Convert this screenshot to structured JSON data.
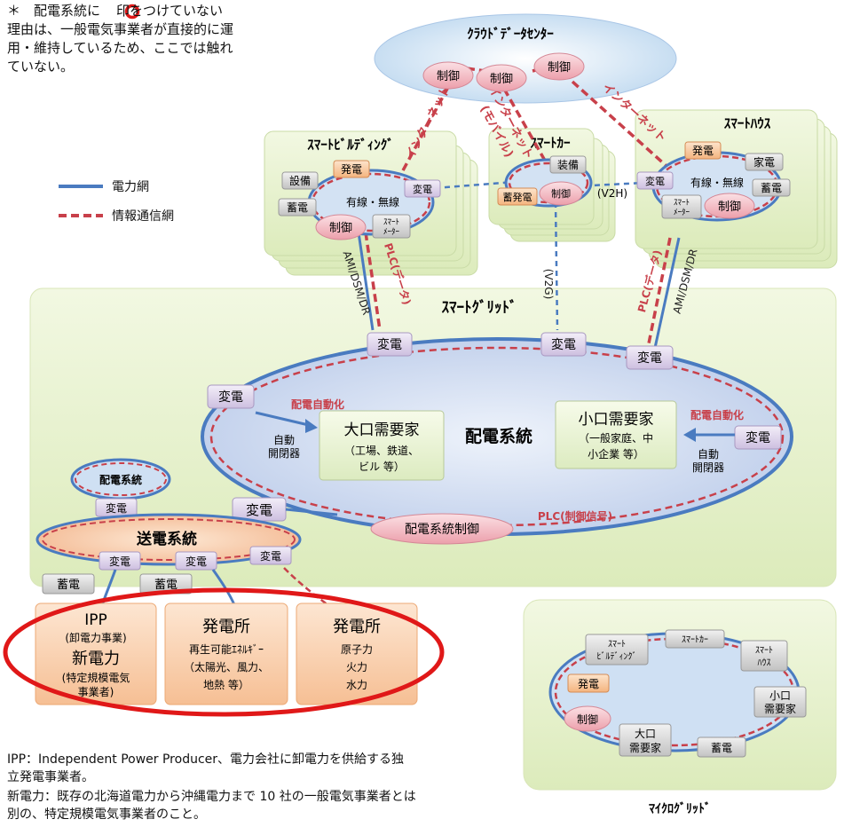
{
  "note_top": {
    "line1": "＊　配電系統に",
    "line1_after": "印をつけていない",
    "line2": "理由は、一般電気事業者が直接的に運",
    "line3": "用・維持しているため、ここでは触れ",
    "line4": "ていない。"
  },
  "legend": {
    "power": "電力網",
    "info": "情報通信網"
  },
  "cloud": {
    "title": "ｸﾗｳﾄﾞﾃﾞｰﾀｾﾝﾀｰ",
    "nodes": [
      "制御",
      "制御",
      "制御"
    ]
  },
  "building": {
    "title": "ｽﾏｰﾄﾋﾞﾙﾃﾞｨﾝｸﾞ",
    "equip": "設備",
    "gen": "発電",
    "storage": "蓄電",
    "network": "有線・無線",
    "transform": "変電",
    "control": "制御",
    "meter_line1": "ｽﾏｰﾄ",
    "meter_line2": "ﾒｰﾀｰ"
  },
  "car": {
    "title": "ｽﾏｰﾄｶｰ",
    "equip": "装備",
    "storage": "蓄発電",
    "control": "制御",
    "v2h": "(V2H)"
  },
  "house": {
    "title": "ｽﾏｰﾄﾊｳｽ",
    "gen": "発電",
    "appliance": "家電",
    "transform": "変電",
    "network": "有線・無線",
    "storage": "蓄電",
    "control": "制御",
    "meter_line1": "ｽﾏｰﾄ",
    "meter_line2": "ﾒｰﾀｰ"
  },
  "links": {
    "internet": "インターネット",
    "mobile_line1": "インターネット",
    "mobile_line2": "(モバイル)",
    "internet_right": "インターネット",
    "ami_left": "AMI/DSM/DR",
    "plc_left": "PLC(データ)",
    "v2g": "(V2G)",
    "plc_right": "PLC(データ)",
    "ami_right": "AMI/DSM/DR"
  },
  "grid": {
    "title": "ｽﾏｰﾄｸﾞﾘｯﾄﾞ",
    "transform": "変電",
    "distribution_title": "配電系統",
    "auto_left": "配電自動化",
    "auto_right": "配電自動化",
    "switch_left_1": "自動",
    "switch_left_2": "開閉器",
    "switch_right_1": "自動",
    "switch_right_2": "開閉器",
    "large_title": "大口需要家",
    "large_line1": "（工場、鉄道、",
    "large_line2": "ビル 等）",
    "small_title": "小口需要家",
    "small_line1": "（一般家庭、中",
    "small_line2": "小企業 等）",
    "dist_control": "配電系統制御",
    "plc_signal": "PLC(制御信号)",
    "small_dist": "配電系統",
    "transmission": "送電系統",
    "storage": "蓄電"
  },
  "generation": {
    "ipp_title": "IPP",
    "ipp_sub": "(卸電力事業)",
    "pps_title": "新電力",
    "pps_line1": "(特定規模電気",
    "pps_line2": "事業者)",
    "renew_title": "発電所",
    "renew_line1": "再生可能ｴﾈﾙｷﾞｰ",
    "renew_line2": "（太陽光、風力、",
    "renew_line3": "地熱 等）",
    "conv_title": "発電所",
    "conv_line1": "原子力",
    "conv_line2": "火力",
    "conv_line3": "水力"
  },
  "microgrid": {
    "title": "ﾏｲｸﾛｸﾞﾘｯﾄﾞ",
    "building_1": "ｽﾏｰﾄ",
    "building_2": "ﾋﾞﾙﾃﾞｨﾝｸﾞ",
    "car": "ｽﾏｰﾄｶｰ",
    "house_1": "ｽﾏｰﾄ",
    "house_2": "ﾊｳｽ",
    "gen": "発電",
    "small_1": "小口",
    "small_2": "需要家",
    "control": "制御",
    "large_1": "大口",
    "large_2": "需要家",
    "storage": "蓄電"
  },
  "footnotes": {
    "ipp_1": "IPP：Independent Power Producer、電力会社に卸電力を供給する独",
    "ipp_2": "立発電事業者。",
    "pps_1": "新電力：既存の北海道電力から沖縄電力まで 10 社の一般電気事業者とは",
    "pps_2": "別の、特定規模電気事業者のこと。"
  },
  "colors": {
    "power_line": "#4a7bc0",
    "info_line": "#c8404a",
    "panel_green": "#e6f1cc",
    "grid_panel": "#eaf2d4",
    "node_gray": "#d6d6d6",
    "node_orange": "#f7c79b",
    "node_pink": "#f2b8c0",
    "node_lavender": "#ddd3ea",
    "highlight_circle": "#e01818"
  }
}
